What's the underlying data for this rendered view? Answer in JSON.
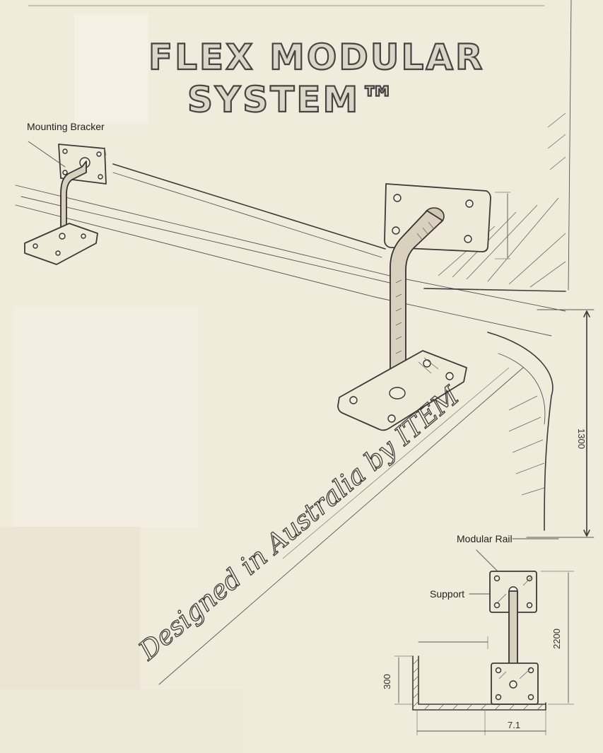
{
  "title": {
    "line1": "FLEX MODULAR",
    "line2": "SYSTEM™"
  },
  "labels": {
    "mounting_bracket": "Mounting Bracker",
    "modular_rail": "Modular Rail",
    "support": "Support"
  },
  "tagline": "Designed in Australia by ITEM",
  "dimensions": {
    "height_main": "1300",
    "height_detail": "2200",
    "side_height": "300",
    "base_width": "7.1"
  },
  "colors": {
    "paper": "#f1ebdc",
    "ink": "#3a3a3a"
  }
}
